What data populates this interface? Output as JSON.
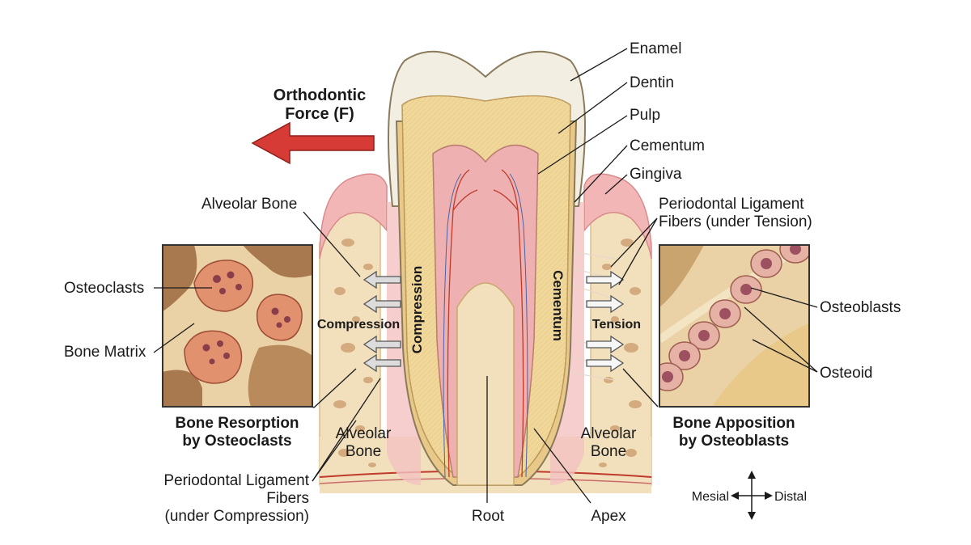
{
  "force": {
    "line1": "Orthodontic",
    "line2": "Force (F)",
    "arrow_color": "#d63b36"
  },
  "labels": {
    "enamel": "Enamel",
    "dentin": "Dentin",
    "pulp": "Pulp",
    "cementum": "Cementum",
    "gingiva": "Gingiva",
    "pdl_tension_1": "Periodontal Ligament",
    "pdl_tension_2": "Fibers (under Tension)",
    "alveolar_bone_top": "Alveolar Bone",
    "osteoclasts": "Osteoclasts",
    "bone_matrix": "Bone Matrix",
    "osteoblasts": "Osteoblasts",
    "osteoid": "Osteoid",
    "compression_side": "Compression",
    "compression_vertical": "Compression",
    "cementum_vertical": "Cementum",
    "tension": "Tension",
    "alveolar_left_1": "Alveolar",
    "alveolar_left_2": "Bone",
    "alveolar_right_1": "Alveolar",
    "alveolar_right_2": "Bone",
    "pdl_comp_1": "Periodontal Ligament",
    "pdl_comp_2": "Fibers",
    "pdl_comp_3": "(under Compression)",
    "root": "Root",
    "apex": "Apex"
  },
  "insets": {
    "left_title_1": "Bone Resorption",
    "left_title_2": "by Osteoclasts",
    "right_title_1": "Bone Apposition",
    "right_title_2": "by Osteoblasts"
  },
  "orientation": {
    "mesial": "Mesial",
    "distal": "Distal"
  },
  "colors": {
    "enamel": "#f3eee2",
    "dentin": "#f0d79a",
    "pulp": "#eeb0b0",
    "gingiva": "#f2b6b6",
    "bone": "#f1e0bb",
    "bone_pore": "#c99a6b"
  }
}
